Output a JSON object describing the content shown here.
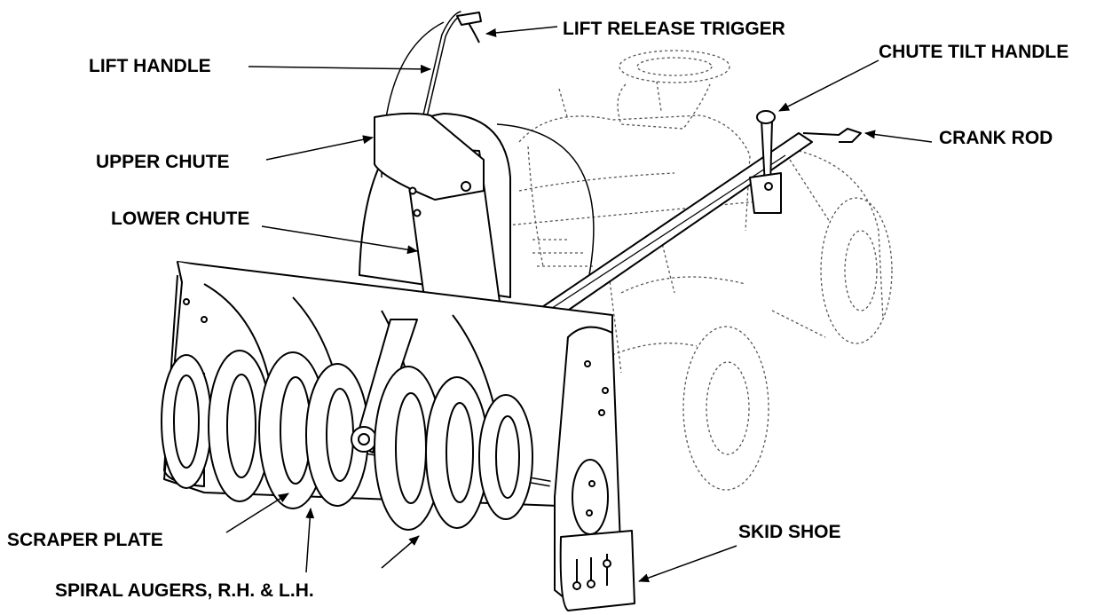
{
  "labels": {
    "lift_release_trigger": "LIFT RELEASE TRIGGER",
    "lift_handle": "LIFT HANDLE",
    "chute_tilt_handle": "CHUTE TILT HANDLE",
    "upper_chute": "UPPER CHUTE",
    "crank_rod": "CRANK ROD",
    "lower_chute": "LOWER CHUTE",
    "scraper_plate": "SCRAPER PLATE",
    "skid_shoe": "SKID SHOE",
    "spiral_augers": "SPIRAL AUGERS, R.H. & L.H."
  }
}
